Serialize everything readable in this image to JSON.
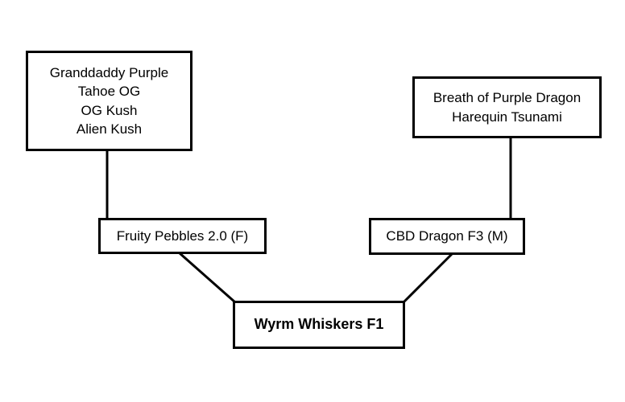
{
  "diagram": {
    "left_grandparents": {
      "lines": [
        "Granddaddy Purple",
        "Tahoe OG",
        "OG Kush",
        "Alien Kush"
      ]
    },
    "right_grandparents": {
      "lines": [
        "Breath of Purple Dragon",
        "Harequin Tsunami"
      ]
    },
    "mother": {
      "label": "Fruity Pebbles 2.0 (F)"
    },
    "father": {
      "label": "CBD Dragon F3 (M)"
    },
    "offspring": {
      "label": "Wyrm Whiskers F1"
    }
  }
}
